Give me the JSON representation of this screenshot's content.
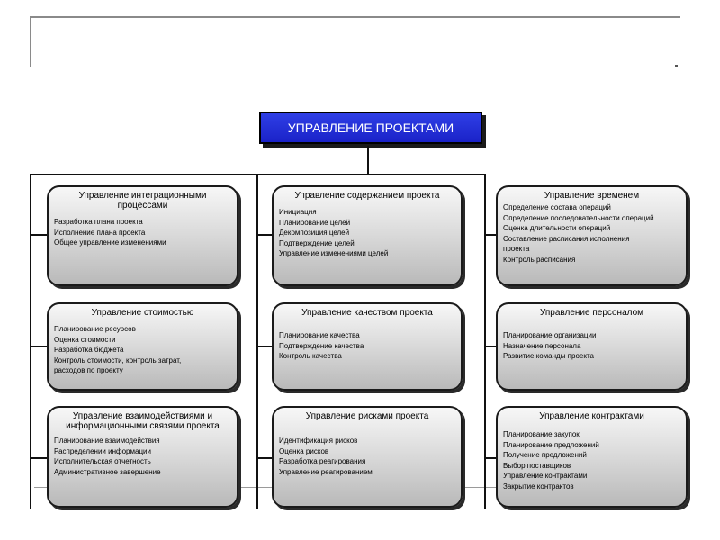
{
  "root": {
    "label": "УПРАВЛЕНИЕ ПРОЕКТАМИ"
  },
  "columns": [
    {
      "cards": [
        {
          "title": "Управление интеграционными процессами",
          "items": [
            "Разработка плана проекта",
            "Исполнение плана проекта",
            "Общее управление изменениями"
          ]
        },
        {
          "title": "Управление стоимостью",
          "items": [
            "Планирование ресурсов",
            "Оценка стоимости",
            "Разработка бюджета",
            "Контроль стоимости, контроль затрат,",
            "расходов по проекту"
          ]
        },
        {
          "title": "Управление взаимодействиями и информационными связями проекта",
          "items": [
            "Планирование взаимодействия",
            "Распределении информации",
            "Исполнительская отчетность",
            "Административное завершение"
          ]
        }
      ]
    },
    {
      "cards": [
        {
          "title": "Управление содержанием проекта",
          "items": [
            "Инициация",
            "Планирование целей",
            "Декомпозиция целей",
            "Подтверждение целей",
            "Управление изменениями целей"
          ]
        },
        {
          "title": "Управление качеством проекта",
          "items": [
            "Планирование качества",
            "Подтверждение качества",
            "Контроль качества"
          ]
        },
        {
          "title": "Управление рисками проекта",
          "items": [
            "Идентификация рисков",
            "Оценка рисков",
            "Разработка реагирования",
            "Управление реагированием"
          ]
        }
      ]
    },
    {
      "cards": [
        {
          "title": "Управление временем",
          "items": [
            "Определение состава операций",
            "Определение последовательности операций",
            "Оценка длительности операций",
            "Составление расписания исполнения",
            "проекта",
            "Контроль расписания"
          ]
        },
        {
          "title": "Управление персоналом",
          "items": [
            "Планирование организации",
            "Назначение персонала",
            "Развитие команды проекта"
          ]
        },
        {
          "title": "Управление контрактами",
          "items": [
            "Планирование закупок",
            "Планирование предложений",
            "Получение предложений",
            "Выбор поставщиков",
            "Управление контрактами",
            "Закрытие контрактов"
          ]
        }
      ]
    }
  ]
}
